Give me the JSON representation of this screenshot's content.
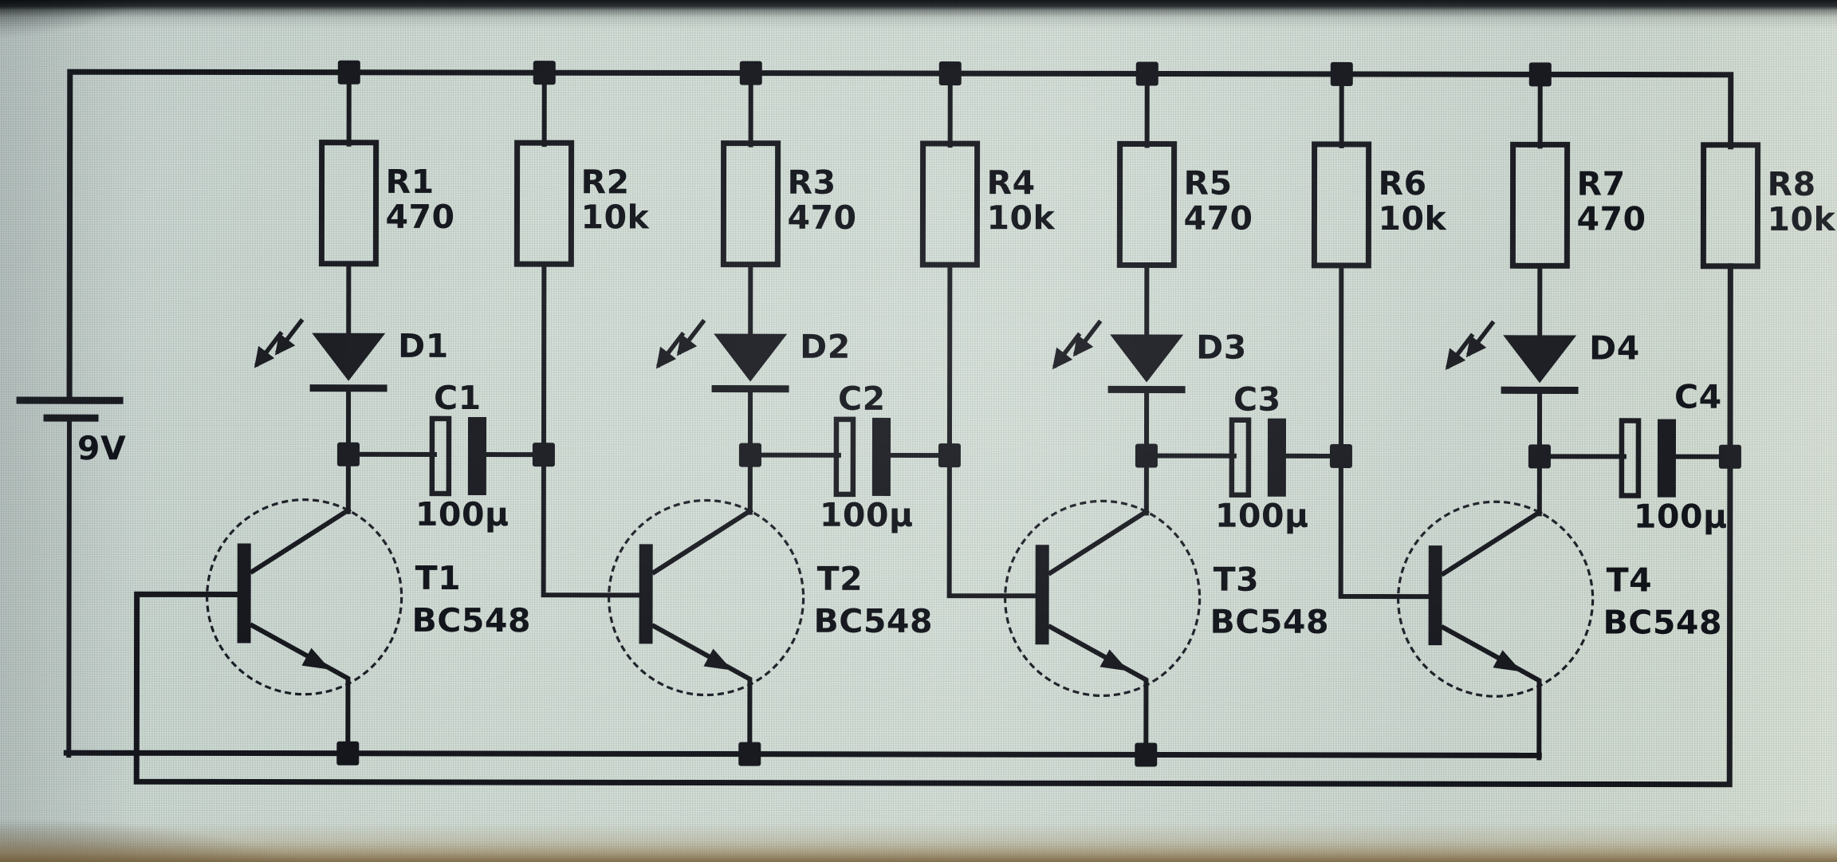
{
  "colors": {
    "wire": "#14161c",
    "screen_background": "#c7d2cb",
    "bezel_bottom": "#a8946a"
  },
  "schematic": {
    "battery": {
      "label": "9V"
    },
    "stages": [
      {
        "r_collector": {
          "ref": "R1",
          "value": "470"
        },
        "r_base": {
          "ref": "R2",
          "value": "10k"
        },
        "led": {
          "ref": "D1"
        },
        "cap": {
          "ref": "C1",
          "value": "100µ"
        },
        "transistor": {
          "ref": "T1",
          "part": "BC548"
        }
      },
      {
        "r_collector": {
          "ref": "R3",
          "value": "470"
        },
        "r_base": {
          "ref": "R4",
          "value": "10k"
        },
        "led": {
          "ref": "D2"
        },
        "cap": {
          "ref": "C2",
          "value": "100µ"
        },
        "transistor": {
          "ref": "T2",
          "part": "BC548"
        }
      },
      {
        "r_collector": {
          "ref": "R5",
          "value": "470"
        },
        "r_base": {
          "ref": "R6",
          "value": "10k"
        },
        "led": {
          "ref": "D3"
        },
        "cap": {
          "ref": "C3",
          "value": "100µ"
        },
        "transistor": {
          "ref": "T3",
          "part": "BC548"
        }
      },
      {
        "r_collector": {
          "ref": "R7",
          "value": "470"
        },
        "r_base": {
          "ref": "R8",
          "value": "10k"
        },
        "led": {
          "ref": "D4"
        },
        "cap": {
          "ref": "C4",
          "value": "100µ"
        },
        "transistor": {
          "ref": "T4",
          "part": "BC548"
        }
      }
    ]
  }
}
